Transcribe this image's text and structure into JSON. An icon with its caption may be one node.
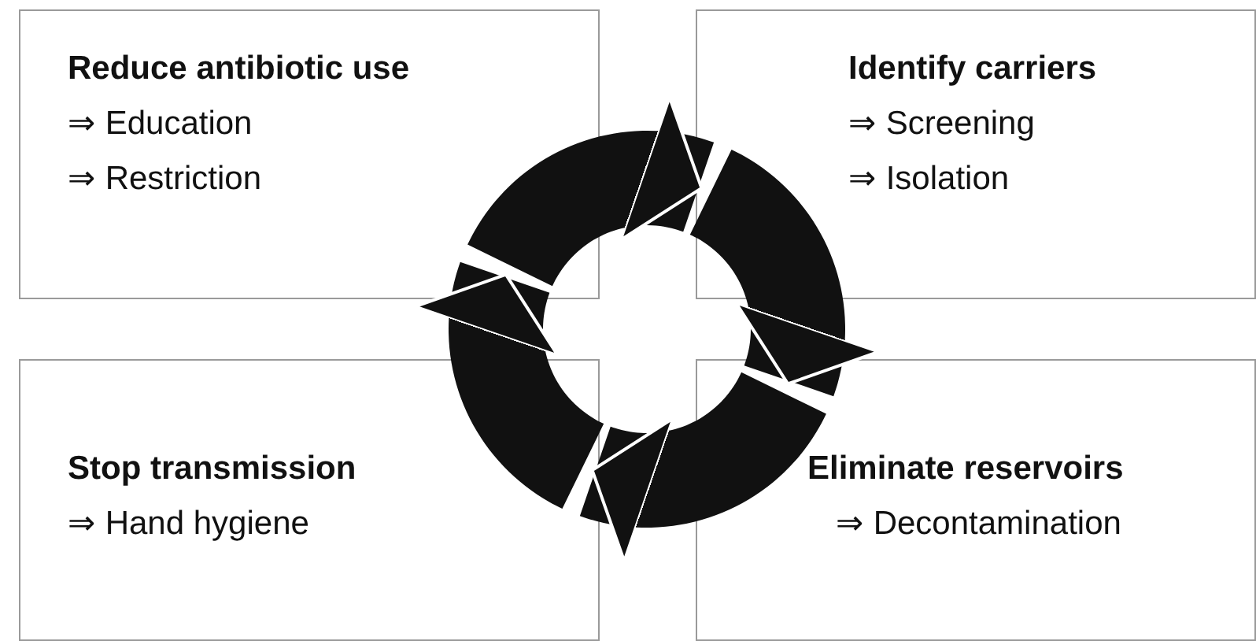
{
  "diagram": {
    "nodes": [
      {
        "text": [
          "Reduce antibiotic use",
          "⇒ Education",
          "⇒ Restriction"
        ]
      },
      {
        "text": [
          "Identify carriers",
          "⇒ Screening",
          "⇒ Isolation"
        ]
      },
      {
        "text": [
          "Stop transmission",
          "⇒ Hand hygiene"
        ]
      },
      {
        "text": [
          "Eliminate reservoirs",
          "⇒ Decontamination"
        ]
      }
    ],
    "edges": [
      {
        "from": 0,
        "to": 1,
        "arrow": "to"
      },
      {
        "from": 1,
        "to": 3,
        "arrow": "to"
      },
      {
        "from": 3,
        "to": 2,
        "arrow": "to"
      },
      {
        "from": 2,
        "to": 0,
        "arrow": "to"
      }
    ]
  }
}
